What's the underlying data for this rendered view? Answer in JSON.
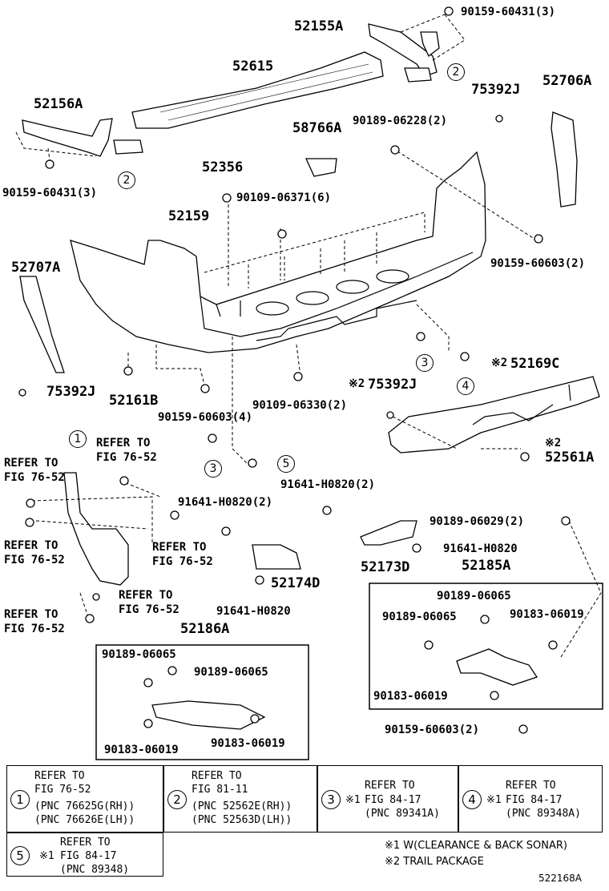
{
  "labels": {
    "p52155A": "52155A",
    "p90159_60431_top": "90159-60431(3)",
    "p52615": "52615",
    "p75392J_top": "75392J",
    "p52706A": "52706A",
    "p52156A": "52156A",
    "p58766A": "58766A",
    "p90189_06228": "90189-06228(2)",
    "p90159_60431_left": "90159-60431(3)",
    "p52356": "52356",
    "p90109_06371": "90109-06371(6)",
    "p52159": "52159",
    "p90159_60603_right": "90159-60603(2)",
    "p52707A": "52707A",
    "p75392J_left": "75392J",
    "p52161B": "52161B",
    "p52169C": "52169C",
    "p75392J_mid": "75392J",
    "p90159_60603_4": "90159-60603(4)",
    "p90109_06330": "90109-06330(2)",
    "p52561A": "52561A",
    "refer_to": "REFER TO",
    "fig_76_52": "FIG 76-52",
    "p91641_H0820_2a": "91641-H0820(2)",
    "p91641_H0820_2b": "91641-H0820(2)",
    "p90189_06029": "90189-06029(2)",
    "p91641_H0820_c": "91641-H0820",
    "p52173D": "52173D",
    "p52174D": "52174D",
    "p52185A": "52185A",
    "p91641_H0820_d": "91641-H0820",
    "p90189_06065_a": "90189-06065",
    "p90189_06065_b": "90189-06065",
    "p90183_06019_a": "90183-06019",
    "p90183_06019_b": "90183-06019",
    "p90159_60603_bottom": "90159-60603(2)",
    "p52186A": "52186A",
    "p90189_06065_c": "90189-06065",
    "p90189_06065_d": "90189-06065",
    "p90183_06019_c": "90183-06019",
    "p90183_06019_d": "90183-06019",
    "star2": "※2",
    "note_diagram": "522168A"
  },
  "callouts": [
    "1",
    "2",
    "3",
    "4",
    "5"
  ],
  "legend": {
    "cells": [
      {
        "num": "1",
        "line1": "REFER TO",
        "line2": "FIG 76-52",
        "line3": "(PNC 76625G(RH))",
        "line4": "(PNC 76626E(LH))",
        "mark": ""
      },
      {
        "num": "2",
        "line1": "REFER TO",
        "line2": "FIG 81-11",
        "line3": "(PNC 52562E(RH))",
        "line4": "(PNC 52563D(LH))",
        "mark": ""
      },
      {
        "num": "3",
        "line1": "REFER TO",
        "line2": "FIG 84-17",
        "line3": "(PNC 89341A)",
        "line4": "",
        "mark": "※1"
      },
      {
        "num": "4",
        "line1": "REFER TO",
        "line2": "FIG 84-17",
        "line3": "(PNC 89348A)",
        "line4": "",
        "mark": "※1"
      },
      {
        "num": "5",
        "line1": "REFER TO",
        "line2": "FIG 84-17",
        "line3": "(PNC 89348)",
        "line4": "",
        "mark": "※1"
      }
    ],
    "notes": [
      "※1 W(CLEARANCE & BACK SONAR)",
      "※2 TRAIL PACKAGE"
    ]
  }
}
